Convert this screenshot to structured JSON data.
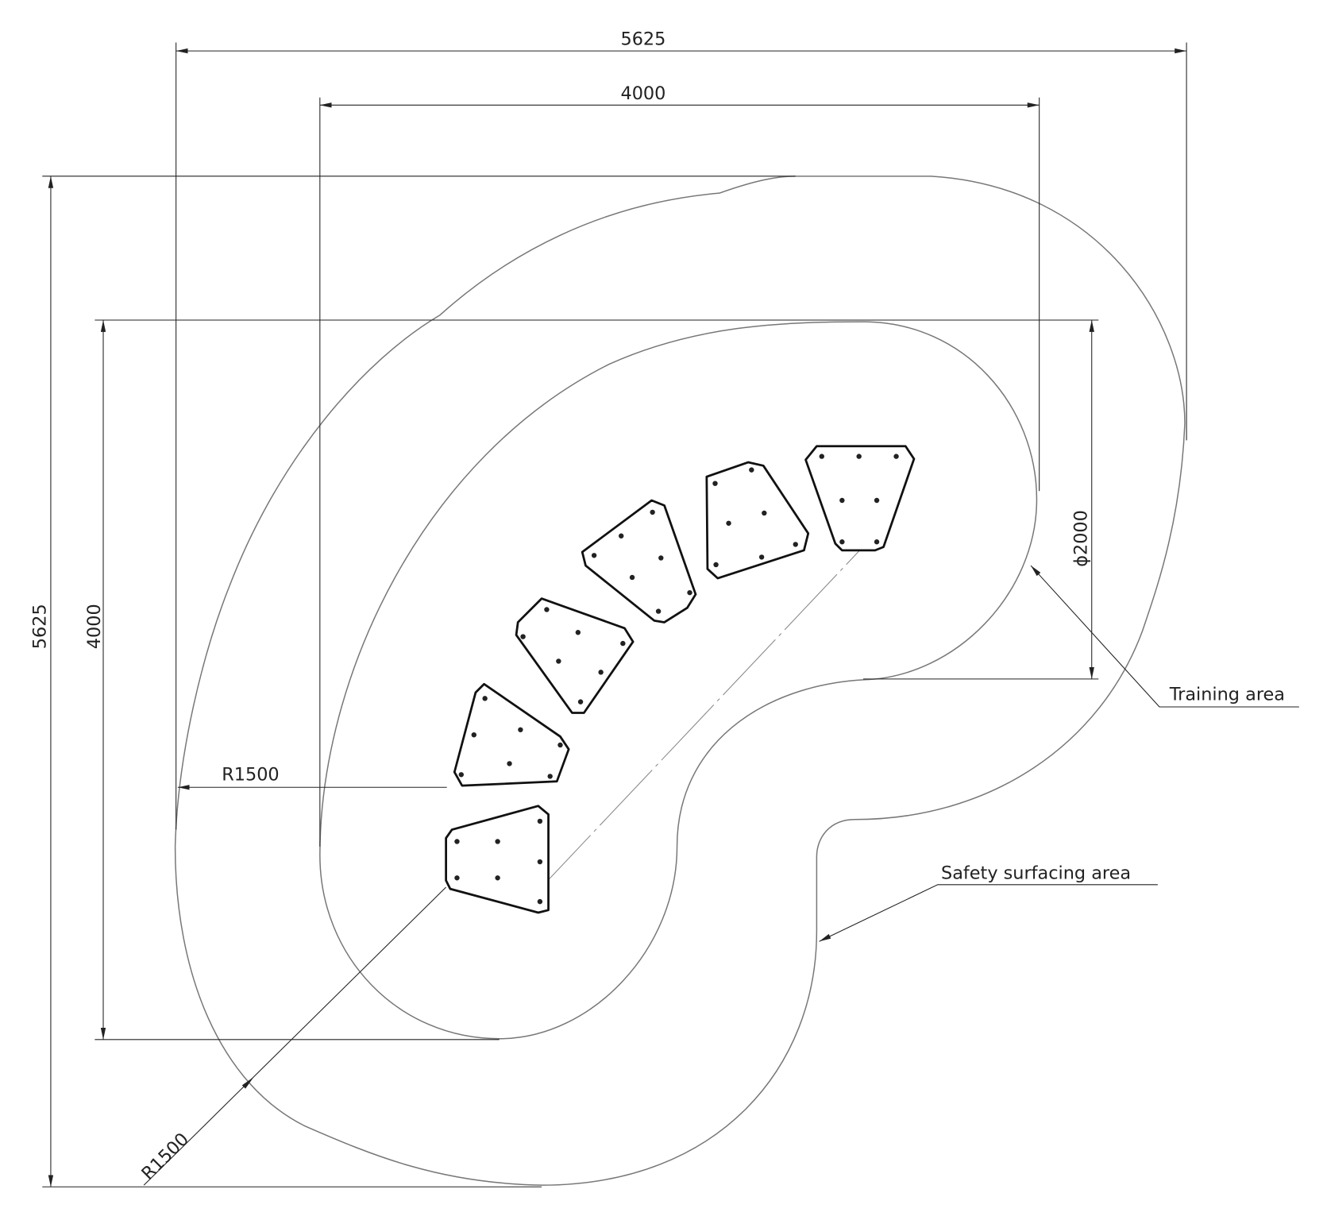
{
  "dimensions": {
    "top_outer": "5625",
    "top_inner": "4000",
    "left_outer": "5625",
    "left_inner": "4000",
    "diameter": "ϕ2000",
    "radius_left": "R1500",
    "radius_diagonal": "R1500"
  },
  "labels": {
    "training_area": "Training area",
    "safety_area": "Safety surfacing area"
  },
  "panel_count": 6
}
